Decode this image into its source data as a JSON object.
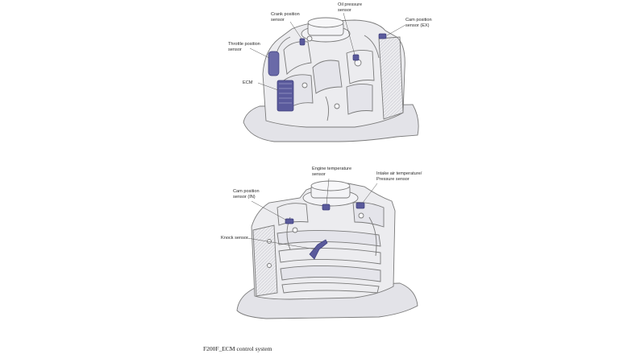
{
  "diagram_top": {
    "labels": {
      "crank": "Crank position\nsensor",
      "oil": "Oil pressure\nsensor",
      "cam_ex": "Cam position\nsensor (EX)",
      "throttle": "Throttle position\nsensor",
      "ecm": "ECM"
    }
  },
  "diagram_bottom": {
    "labels": {
      "engine_temp": "Engine temperature\nsensor",
      "intake_air": "Intake air temperature/\nPressure sensor",
      "cam_in": "Cam position\nsensor (IN)",
      "knock": "Knock sensor"
    }
  },
  "caption": "F200F_ECM control system",
  "colors": {
    "outline": "#7a7a7a",
    "body_fill": "#ececef",
    "shadow_fill": "#d8d8de",
    "highlight": "#5a5a9c",
    "highlight_dark": "#3d3d7a"
  }
}
